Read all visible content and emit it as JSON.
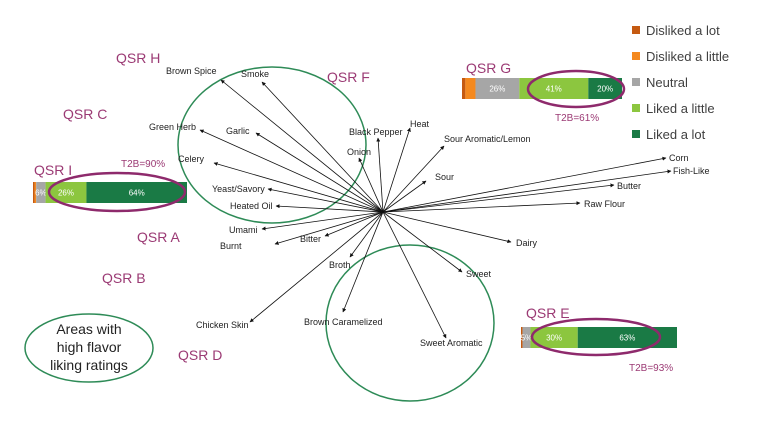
{
  "colors": {
    "disliked_a_lot": "#c55a11",
    "disliked_a_little": "#f4891f",
    "neutral": "#a6a6a6",
    "liked_a_little": "#8cc63f",
    "liked_a_lot": "#1a7a45",
    "accent": "#9b3a74",
    "circle": "#2e8b57"
  },
  "legend": [
    {
      "label": "Disliked a lot",
      "key": "disliked_a_lot"
    },
    {
      "label": "Disliked a little",
      "key": "disliked_a_little"
    },
    {
      "label": "Neutral",
      "key": "neutral"
    },
    {
      "label": "Liked a little",
      "key": "liked_a_little"
    },
    {
      "label": "Liked a lot",
      "key": "liked_a_lot"
    }
  ],
  "attributes": [
    "Brown Spice",
    "Smoke",
    "Green Herb",
    "Garlic",
    "Celery",
    "Yeast/Savory",
    "Heated Oil",
    "Umami",
    "Burnt",
    "Bitter",
    "Onion",
    "Black Pepper",
    "Heat",
    "Sour Aromatic/Lemon",
    "Sour",
    "Corn",
    "Fish-Like",
    "Butter",
    "Raw Flour",
    "Dairy",
    "Broth",
    "Sweet",
    "Chicken Skin",
    "Brown Caramelized",
    "Sweet Aromatic"
  ],
  "qsr_labels": [
    "QSR H",
    "QSR F",
    "QSR C",
    "QSR A",
    "QSR B",
    "QSR D"
  ],
  "bars": {
    "G": {
      "name": "QSR G",
      "t2b": "T2B=61%",
      "segments": [
        {
          "key": "disliked_a_lot",
          "value": 2,
          "label": ""
        },
        {
          "key": "disliked_a_little",
          "value": 6,
          "label": ""
        },
        {
          "key": "neutral",
          "value": 26,
          "label": "26%"
        },
        {
          "key": "liked_a_little",
          "value": 41,
          "label": "41%"
        },
        {
          "key": "liked_a_lot",
          "value": 20,
          "label": "20%"
        }
      ]
    },
    "I": {
      "name": "QSR I",
      "t2b": "T2B=90%",
      "segments": [
        {
          "key": "disliked_a_lot",
          "value": 1,
          "label": ""
        },
        {
          "key": "disliked_a_little",
          "value": 1,
          "label": ""
        },
        {
          "key": "neutral",
          "value": 6,
          "label": "6%"
        },
        {
          "key": "liked_a_little",
          "value": 26,
          "label": "26%"
        },
        {
          "key": "liked_a_lot",
          "value": 64,
          "label": "64%"
        }
      ]
    },
    "E": {
      "name": "QSR E",
      "t2b": "T2B=93%",
      "segments": [
        {
          "key": "disliked_a_lot",
          "value": 1,
          "label": ""
        },
        {
          "key": "neutral",
          "value": 5,
          "label": "5%"
        },
        {
          "key": "liked_a_little",
          "value": 30,
          "label": "30%"
        },
        {
          "key": "liked_a_lot",
          "value": 63,
          "label": "63%"
        }
      ]
    }
  },
  "note": {
    "lines": [
      "Areas with",
      "high flavor",
      "liking ratings"
    ]
  }
}
